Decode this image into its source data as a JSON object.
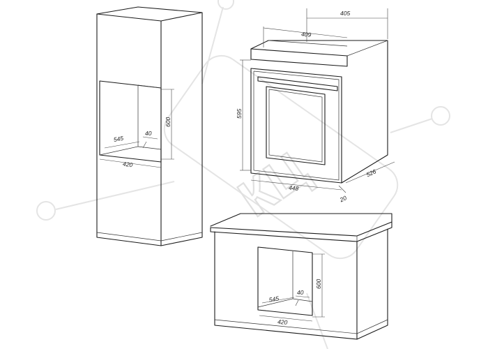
{
  "watermark": {
    "text": "КЦ",
    "type": "logo"
  },
  "dimensions": {
    "tall_cabinet": {
      "depth_label": "545",
      "gap_label": "40",
      "height_label": "600",
      "width_label": "420"
    },
    "oven": {
      "top_width_label": "405",
      "inner_top_label": "409",
      "height_label": "595",
      "width_label": "448",
      "depth_label": "526",
      "door_label": "20"
    },
    "base_cabinet": {
      "depth_label": "545",
      "gap_label": "40",
      "height_label": "600",
      "width_label": "420"
    }
  }
}
